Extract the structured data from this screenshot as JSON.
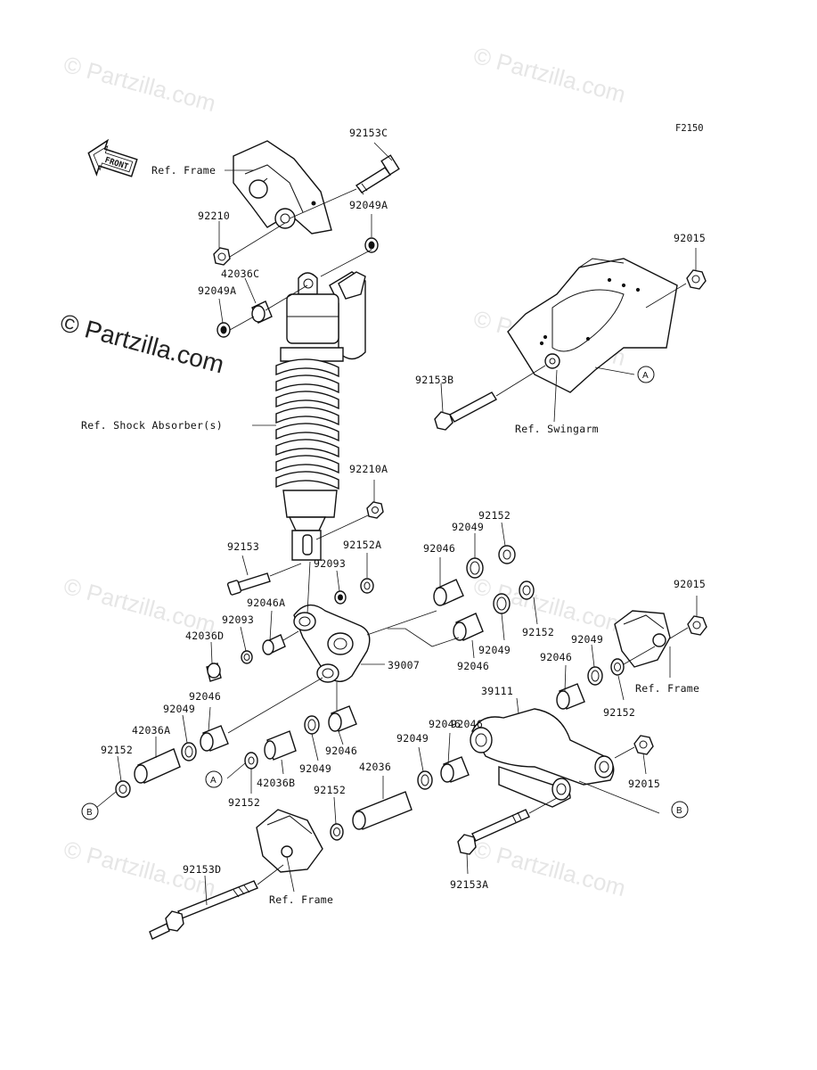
{
  "figure_code": "F2150",
  "watermark": "© Partzilla.com",
  "front_label": "FRONT",
  "ref_labels": {
    "frame_top": "Ref. Frame",
    "shock": "Ref. Shock Absorber(s)",
    "swingarm": "Ref. Swingarm",
    "frame_right": "Ref. Frame",
    "frame_bottom": "Ref. Frame"
  },
  "callouts": {
    "a": "A",
    "b": "B"
  },
  "parts": [
    "92153C",
    "92210",
    "92049A",
    "42036C",
    "92049A",
    "92015",
    "92153B",
    "92210A",
    "92153",
    "92152A",
    "92093",
    "92046",
    "92049",
    "92152",
    "92046A",
    "92093",
    "42036D",
    "92049",
    "92152",
    "92046",
    "92015",
    "39007",
    "92049",
    "92046",
    "92046",
    "92152",
    "39111",
    "92046",
    "92049",
    "42036A",
    "92152",
    "92046",
    "92049",
    "42036B",
    "92152",
    "92049",
    "92046",
    "42036",
    "92152",
    "92015",
    "92153D",
    "92153A"
  ]
}
